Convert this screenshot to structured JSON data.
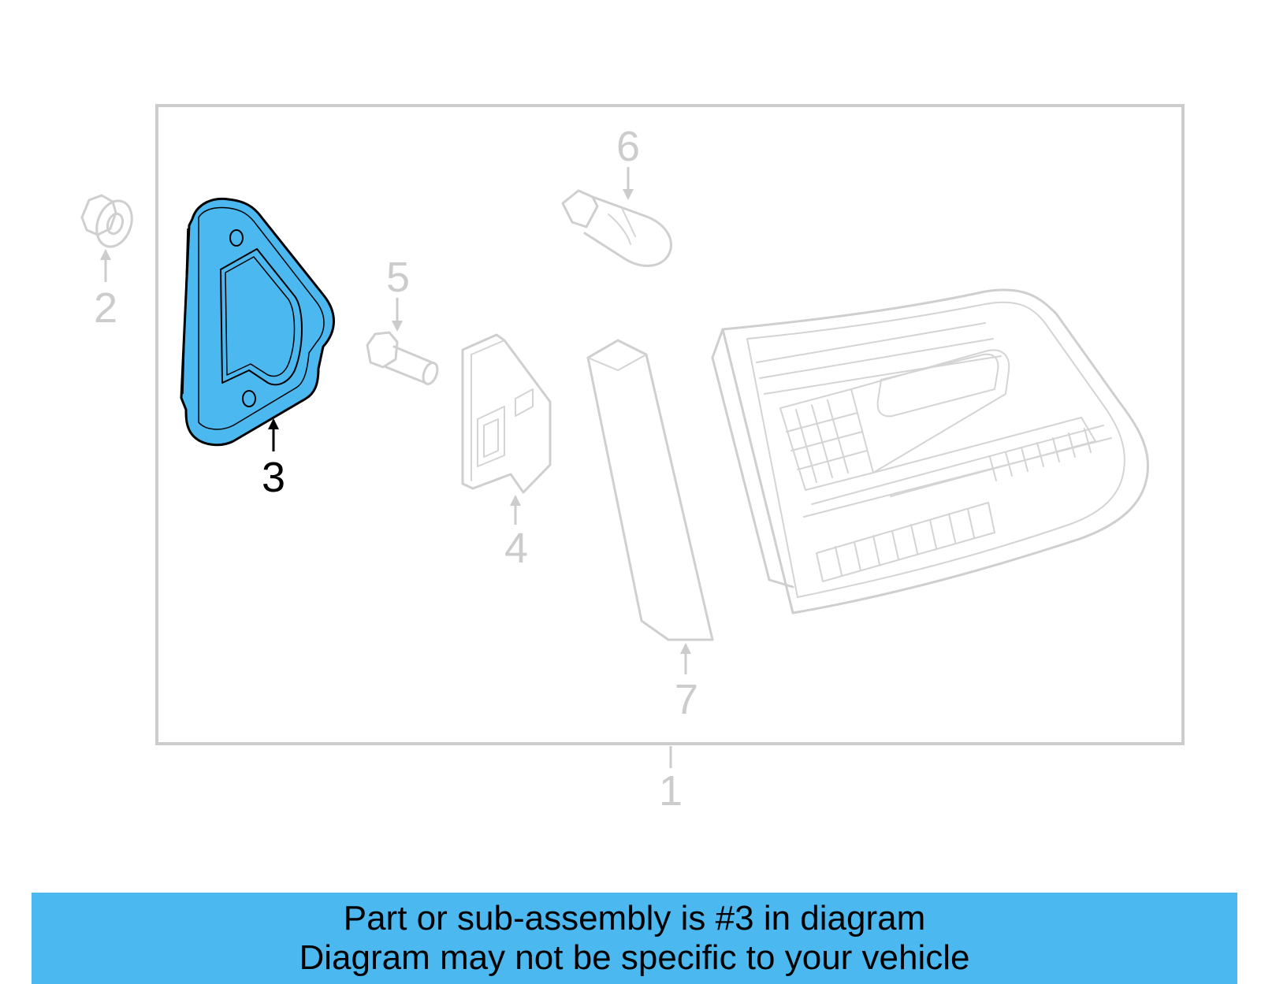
{
  "diagram": {
    "callouts": {
      "c1": "1",
      "c2": "2",
      "c3": "3",
      "c4": "4",
      "c5": "5",
      "c6": "6",
      "c7": "7"
    },
    "highlighted_part": "3",
    "colors": {
      "highlight_fill": "#4cb8f0",
      "dim_line": "#cccccc",
      "banner": "#4cb8f0"
    }
  },
  "banner": {
    "line1": "Part or sub-assembly is #3 in diagram",
    "line2": "Diagram may not be specific to your vehicle"
  }
}
